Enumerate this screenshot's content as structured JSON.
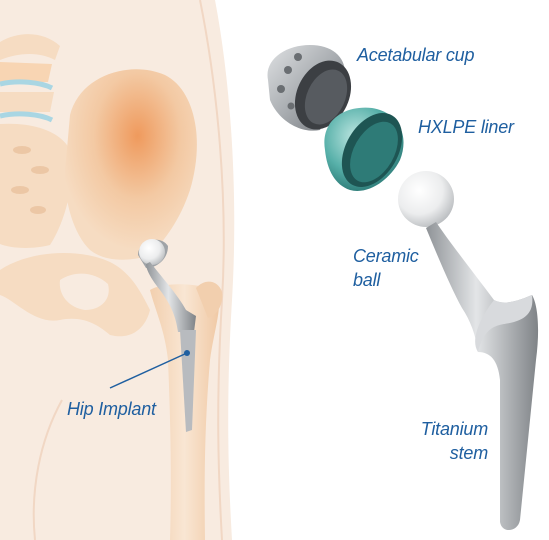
{
  "labels": {
    "acetabular_cup": "Acetabular cup",
    "hxlpe_liner": "HXLPE liner",
    "ceramic_ball_line1": "Ceramic",
    "ceramic_ball_line2": "ball",
    "titanium_stem_line1": "Titanium",
    "titanium_stem_line2": "stem",
    "hip_implant": "Hip Implant"
  },
  "colors": {
    "label_text": "#1f5fa0",
    "leader_line": "#1f5fa0",
    "background_body": "#f8ebe0",
    "bone": "#f6dcc2",
    "bone_accent": "#f0a56a",
    "metal": "#b9bcc0",
    "liner": "#3f9e98"
  }
}
